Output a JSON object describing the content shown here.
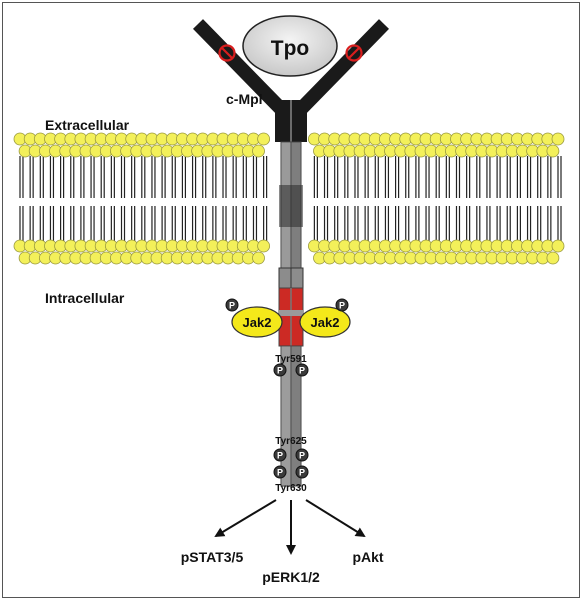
{
  "labels": {
    "ligand": "Tpo",
    "receptor": "c-Mpl",
    "extracellular": "Extracellular",
    "intracellular": "Intracellular",
    "kinase_left": "Jak2",
    "kinase_right": "Jak2",
    "phospho": "P",
    "tyr_591": "Tyr591",
    "tyr_625": "Tyr625",
    "tyr_630": "Tyr630",
    "output_left": "pSTAT3/5",
    "output_center": "pERK1/2",
    "output_right": "pAkt"
  },
  "colors": {
    "lipid_head": "#f3f05a",
    "lipid_head_stroke": "#9a9a40",
    "receptor_black": "#1a1a1a",
    "receptor_gray": "#8a8a8a",
    "intracellular_red": "#cc2a24",
    "jak2_fill": "#f4e81a",
    "inhibitor_red": "#d81e1e"
  },
  "membrane": {
    "head_count_per_row": 54
  }
}
